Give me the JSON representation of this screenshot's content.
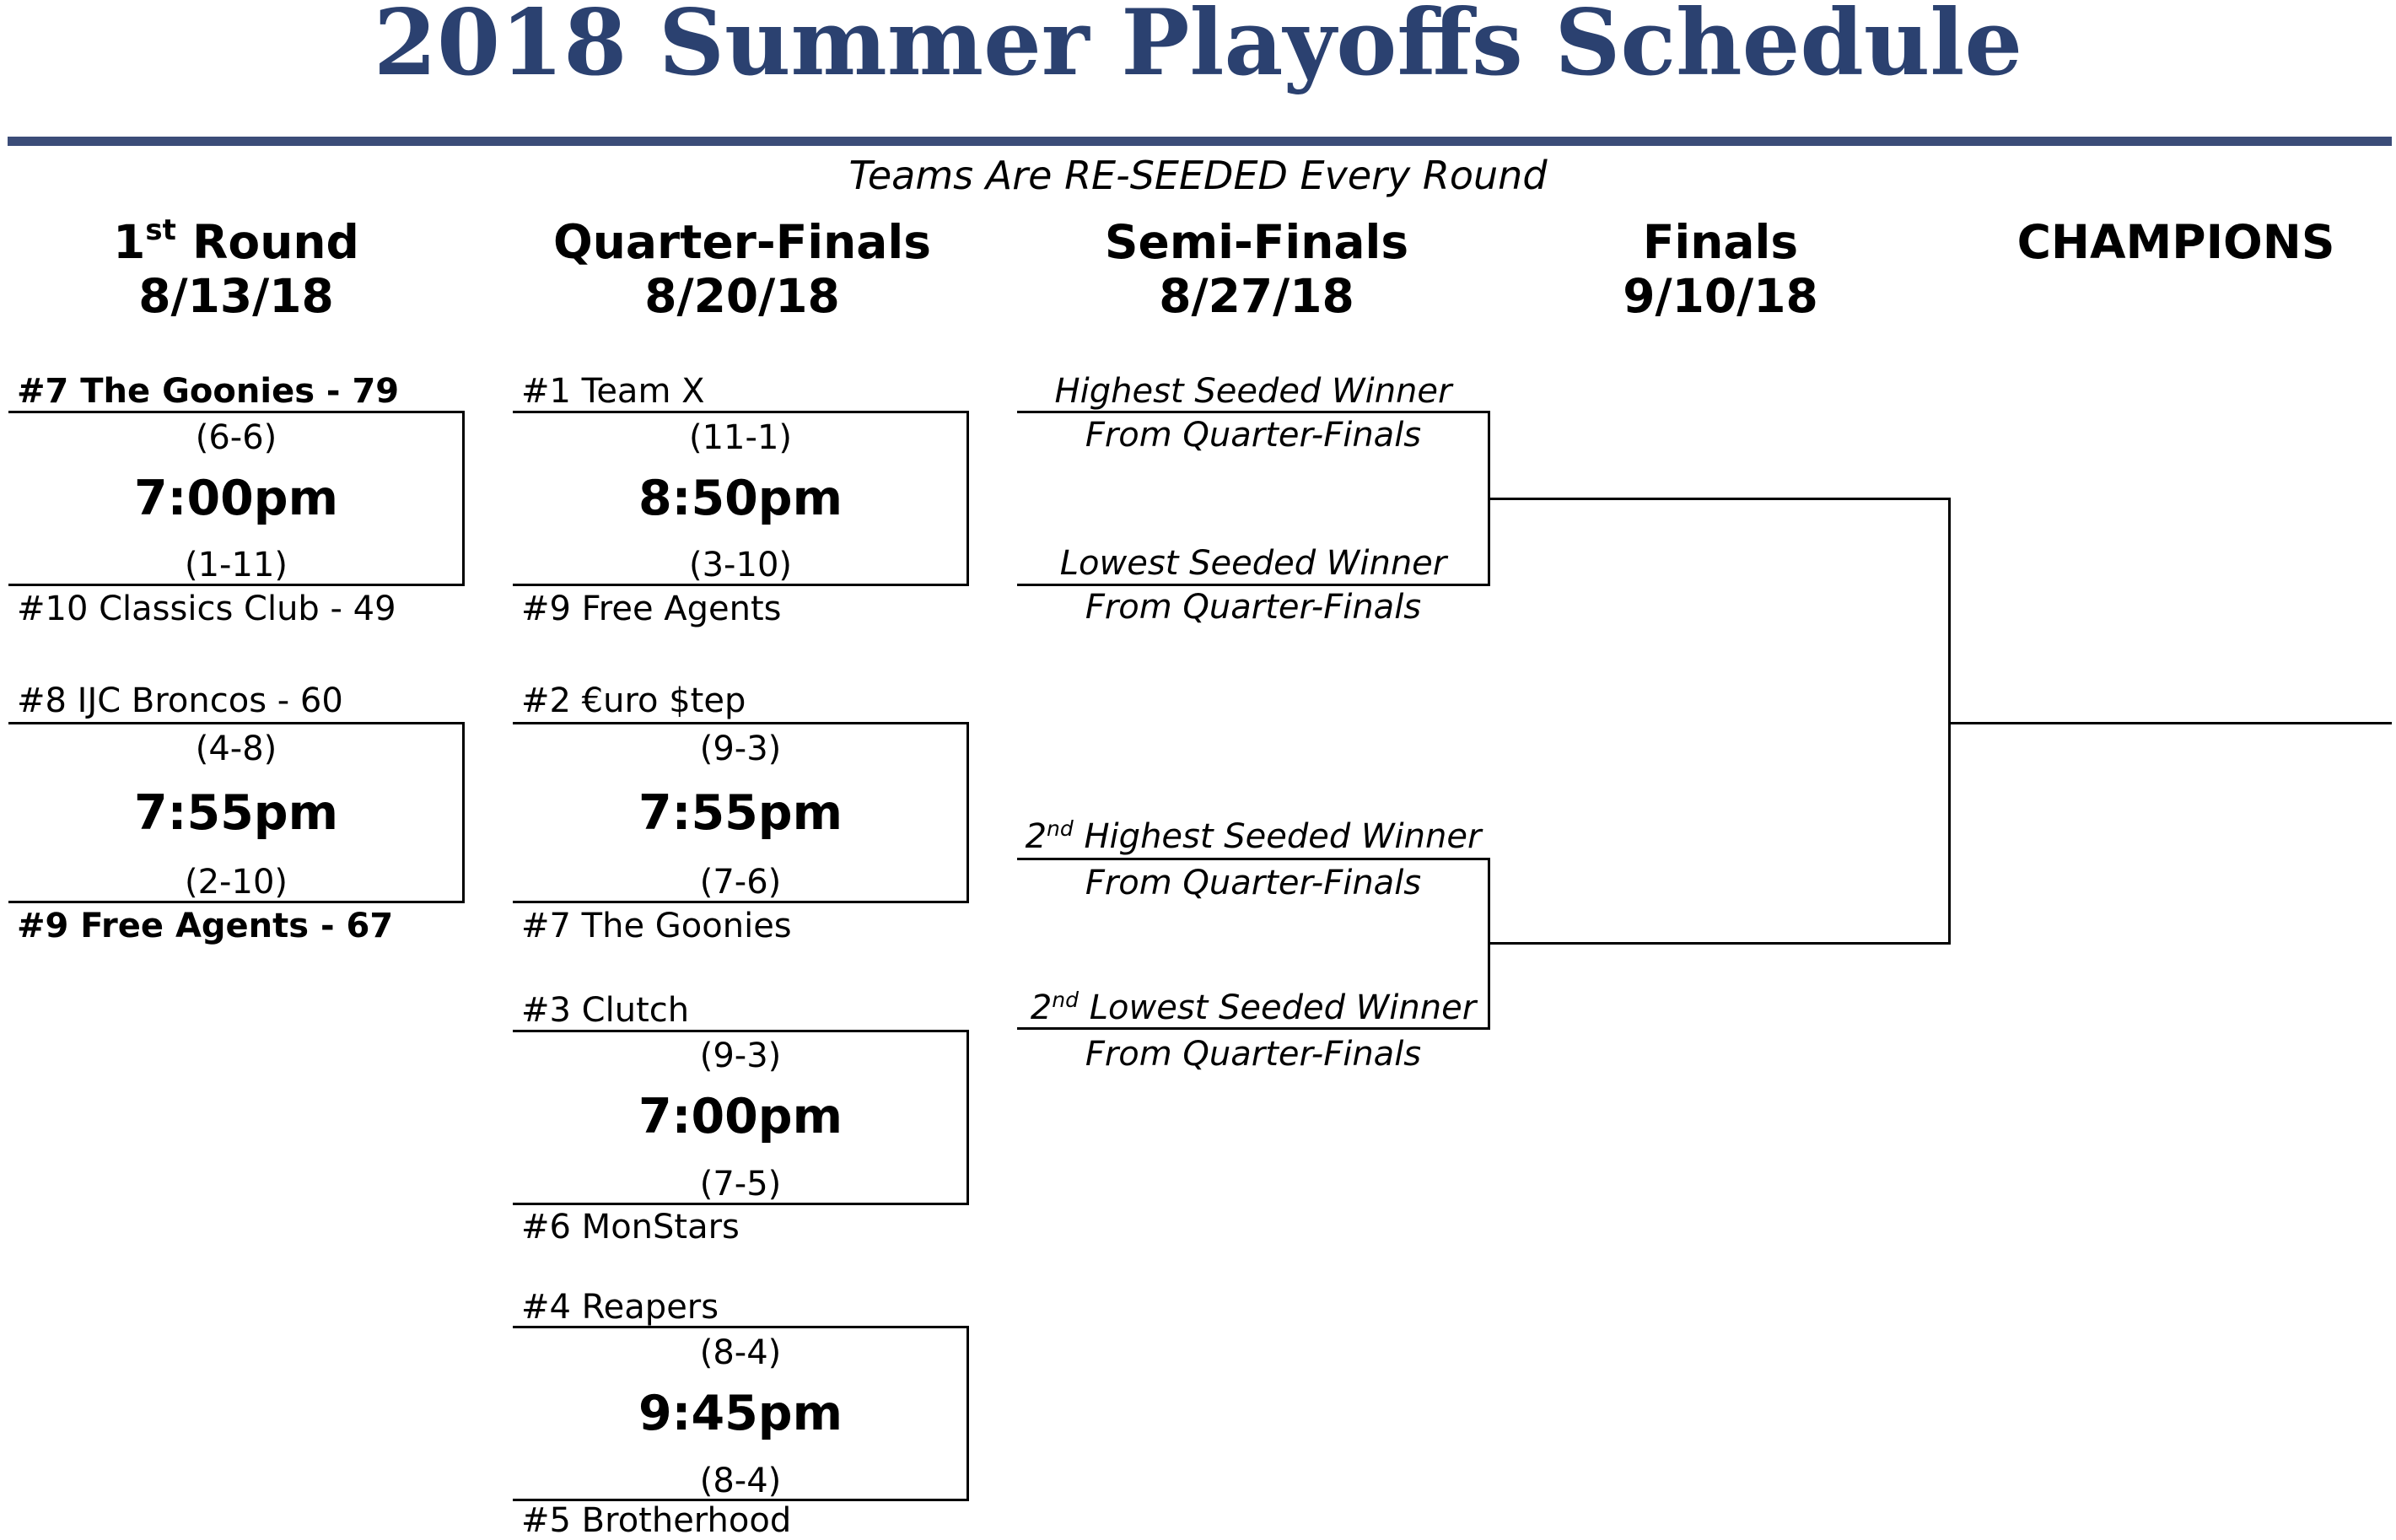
{
  "title": "2018 Summer Playoffs Schedule",
  "subtitle": "Teams Are RE-SEEDED Every Round",
  "colors": {
    "title": "#2b4170",
    "rule": "#3b4c78"
  },
  "rounds": [
    {
      "name_main": "1",
      "name_sup": "st",
      "name_rest": " Round",
      "date": "8/13/18"
    },
    {
      "name": "Quarter-Finals",
      "date": "8/20/18"
    },
    {
      "name": "Semi-Finals",
      "date": "8/27/18"
    },
    {
      "name": "Finals",
      "date": "9/10/18"
    },
    {
      "name": "CHAMPIONS"
    }
  ],
  "first_round": [
    {
      "top_team": "#7 The Goonies - 79",
      "top_record": "(6-6)",
      "time": "7:00pm",
      "bottom_record": "(1-11)",
      "bottom_team": "#10 Classics Club - 49",
      "winner": "top"
    },
    {
      "top_team": "#8 IJC Broncos - 60",
      "top_record": "(4-8)",
      "time": "7:55pm",
      "bottom_record": "(2-10)",
      "bottom_team": "#9 Free Agents - 67",
      "winner": "bottom"
    }
  ],
  "quarter_finals": [
    {
      "top_team": "#1 Team X",
      "top_record": "(11-1)",
      "time": "8:50pm",
      "bottom_record": "(3-10)",
      "bottom_team": "#9 Free Agents"
    },
    {
      "top_team": "#2 €uro $tep",
      "top_record": "(9-3)",
      "time": "7:55pm",
      "bottom_record": "(7-6)",
      "bottom_team": "#7 The Goonies"
    },
    {
      "top_team": "#3 Clutch",
      "top_record": "(9-3)",
      "time": "7:00pm",
      "bottom_record": "(7-5)",
      "bottom_team": "#6 MonStars"
    },
    {
      "top_team": "#4 Reapers",
      "top_record": "(8-4)",
      "time": "9:45pm",
      "bottom_record": "(8-4)",
      "bottom_team": "#5 Brotherhood"
    }
  ],
  "semi_finals": [
    {
      "top_line1": "Highest Seeded Winner",
      "top_line2": "From Quarter-Finals",
      "bottom_line1": "Lowest Seeded Winner",
      "bottom_line2": "From Quarter-Finals"
    },
    {
      "top_prefix": "2",
      "top_sup": "nd",
      "top_line1": " Highest Seeded Winner",
      "top_line2": "From Quarter-Finals",
      "bottom_prefix": "2",
      "bottom_sup": "nd",
      "bottom_line1": " Lowest Seeded Winner",
      "bottom_line2": "From Quarter-Finals"
    }
  ]
}
